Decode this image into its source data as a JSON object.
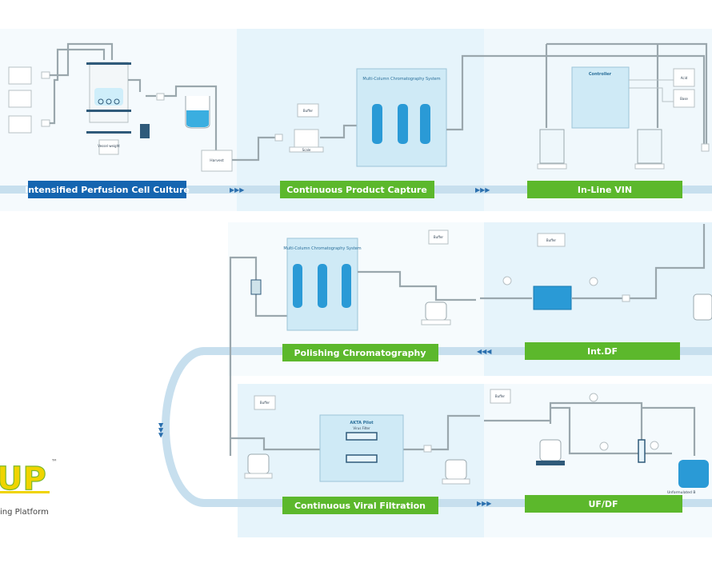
{
  "stages": {
    "cell_culture": "Intensified Perfusion Cell Culture",
    "capture": "Continuous Product Capture",
    "vin": "In-Line VIN",
    "polishing": "Polishing Chromatography",
    "intdf": "Int.DF",
    "viral_filtration": "Continuous Viral Filtration",
    "ufdf": "UF/DF"
  },
  "labels": {
    "harvest": "Harvest",
    "buffer": "Buffer",
    "scale": "Scale",
    "mcc": "Multi-Column Chromatography System",
    "controller": "Controller",
    "acid": "Acid",
    "base": "Base",
    "akta": "AKTA Pilot",
    "virus_filter": "Virus Filter",
    "unformulated": "Unformulated B",
    "vessel_weight": "Vessel weight"
  },
  "logo": {
    "mark": "UP",
    "tm": "™",
    "tagline": "ing Platform"
  },
  "colors": {
    "cell_culture_stage": "#1565b0",
    "process_stage": "#5cb82c",
    "flow_band": "#c7dfee",
    "logo": "#e2c400"
  }
}
